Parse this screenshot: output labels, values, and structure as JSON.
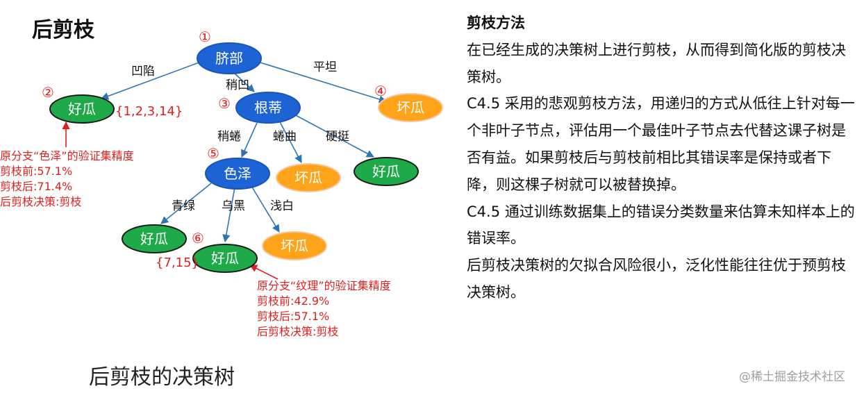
{
  "title": "后剪枝",
  "caption": "后剪枝的决策树",
  "watermark": "@稀土掘金技术社区",
  "nodes": {
    "n1": {
      "label": "脐部",
      "marker": "①"
    },
    "n2": {
      "label": "好瓜",
      "marker": "②",
      "set": "{1,2,3,14}"
    },
    "n3": {
      "label": "根蒂",
      "marker": "③"
    },
    "n4": {
      "label": "坏瓜",
      "marker": "④"
    },
    "n5": {
      "label": "色泽",
      "marker": "⑤"
    },
    "n6": {
      "label": "好瓜",
      "marker": "⑥",
      "set": "{7,15}"
    },
    "leaf_bad_curl": {
      "label": "坏瓜"
    },
    "leaf_good_stiff": {
      "label": "好瓜"
    },
    "leaf_good_green": {
      "label": "好瓜"
    },
    "leaf_bad_white": {
      "label": "坏瓜"
    }
  },
  "edges": {
    "e_sunken": "凹陷",
    "e_slight": "稍凹",
    "e_flat": "平坦",
    "e_slightcurl": "稍蜷",
    "e_curl": "蜷曲",
    "e_stiff": "硬挺",
    "e_green": "青绿",
    "e_black": "乌黑",
    "e_white": "浅白"
  },
  "note_left": {
    "l1": "原分支“色泽”的验证集精度",
    "l2": "剪枝前:57.1%",
    "l3": "剪枝后:71.4%",
    "l4": "后剪枝决策:剪枝"
  },
  "note_right": {
    "l1": "原分支“纹理”的验证集精度",
    "l2": "剪枝前:42.9%",
    "l3": "剪枝后:57.1%",
    "l4": "后剪枝决策:剪枝"
  },
  "panel": {
    "heading": "剪枝方法",
    "p1": "在已经生成的决策树上进行剪枝，从而得到简化版的剪枝决策树。",
    "p2": "C4.5 采用的悲观剪枝方法，用递归的方式从低往上针对每一个非叶子节点，评估用一个最佳叶子节点去代替这课子树是否有益。如果剪枝后与剪枝前相比其错误率是保持或者下降，则这棵子树就可以被替换掉。",
    "p3": "C4.5 通过训练数据集上的错误分类数量来估算未知样本上的错误率。",
    "p4": "后剪枝决策树的欠拟合风险很小，泛化性能往往优于预剪枝决策树。"
  },
  "colors": {
    "internal": "#1d63d6",
    "good": "#1faa4a",
    "bad": "#ffa31a",
    "edge": "#2e75b6",
    "annotation": "#e02020"
  }
}
